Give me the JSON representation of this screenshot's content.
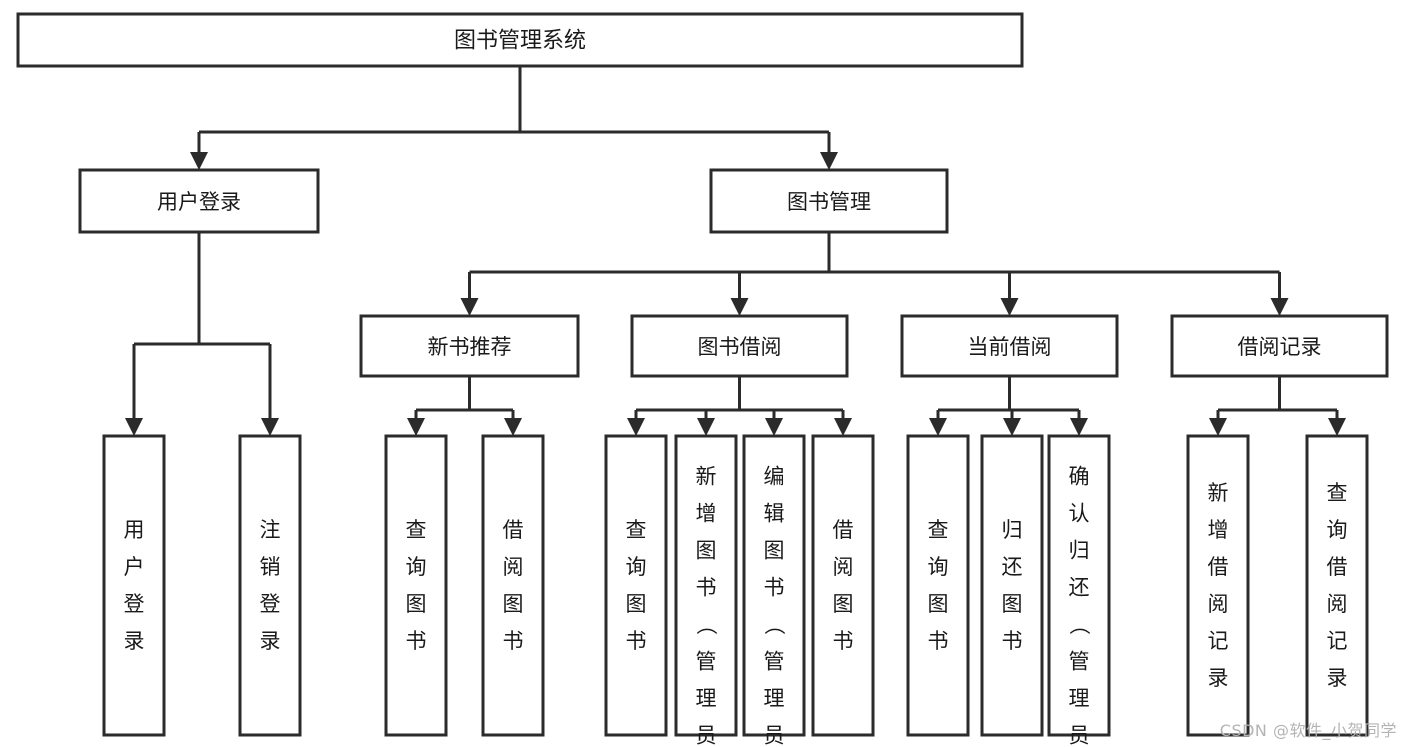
{
  "diagram": {
    "type": "tree-hierarchy-chart",
    "title": "图书管理系统",
    "colors": {
      "stroke": "#2b2b2b",
      "fill": "#ffffff",
      "text": "#1a1a1a",
      "watermark": "#b4b4b4",
      "background": "#ffffff"
    },
    "root": {
      "id": "root",
      "label": "图书管理系统"
    },
    "level2": [
      {
        "id": "user-login",
        "label": "用户登录"
      },
      {
        "id": "book-management",
        "label": "图书管理"
      }
    ],
    "level3": [
      {
        "id": "new-book-recommend",
        "label": "新书推荐",
        "parent": "book-management"
      },
      {
        "id": "book-borrow",
        "label": "图书借阅",
        "parent": "book-management"
      },
      {
        "id": "current-borrow",
        "label": "当前借阅",
        "parent": "book-management"
      },
      {
        "id": "borrow-record",
        "label": "借阅记录",
        "parent": "book-management"
      }
    ],
    "leaves": {
      "user-login": [
        {
          "id": "leaf-user-login",
          "label": "用户登录"
        },
        {
          "id": "leaf-user-logout",
          "label": "注销登录"
        }
      ],
      "new-book-recommend": [
        {
          "id": "leaf-query-books-1",
          "label": "查询图书"
        },
        {
          "id": "leaf-borrow-books-1",
          "label": "借阅图书"
        }
      ],
      "book-borrow": [
        {
          "id": "leaf-query-books-2",
          "label": "查询图书"
        },
        {
          "id": "leaf-add-book",
          "label": "新增图书（管理员）"
        },
        {
          "id": "leaf-edit-book",
          "label": "编辑图书（管理员）"
        },
        {
          "id": "leaf-borrow-books-2",
          "label": "借阅图书"
        }
      ],
      "current-borrow": [
        {
          "id": "leaf-query-books-3",
          "label": "查询图书"
        },
        {
          "id": "leaf-return-book",
          "label": "归还图书"
        },
        {
          "id": "leaf-confirm-return",
          "label": "确认归还（管理员）"
        }
      ],
      "borrow-record": [
        {
          "id": "leaf-add-record",
          "label": "新增借阅记录"
        },
        {
          "id": "leaf-query-record",
          "label": "查询借阅记录"
        }
      ]
    }
  },
  "watermark": {
    "text": "CSDN @软件_小贺同学"
  }
}
